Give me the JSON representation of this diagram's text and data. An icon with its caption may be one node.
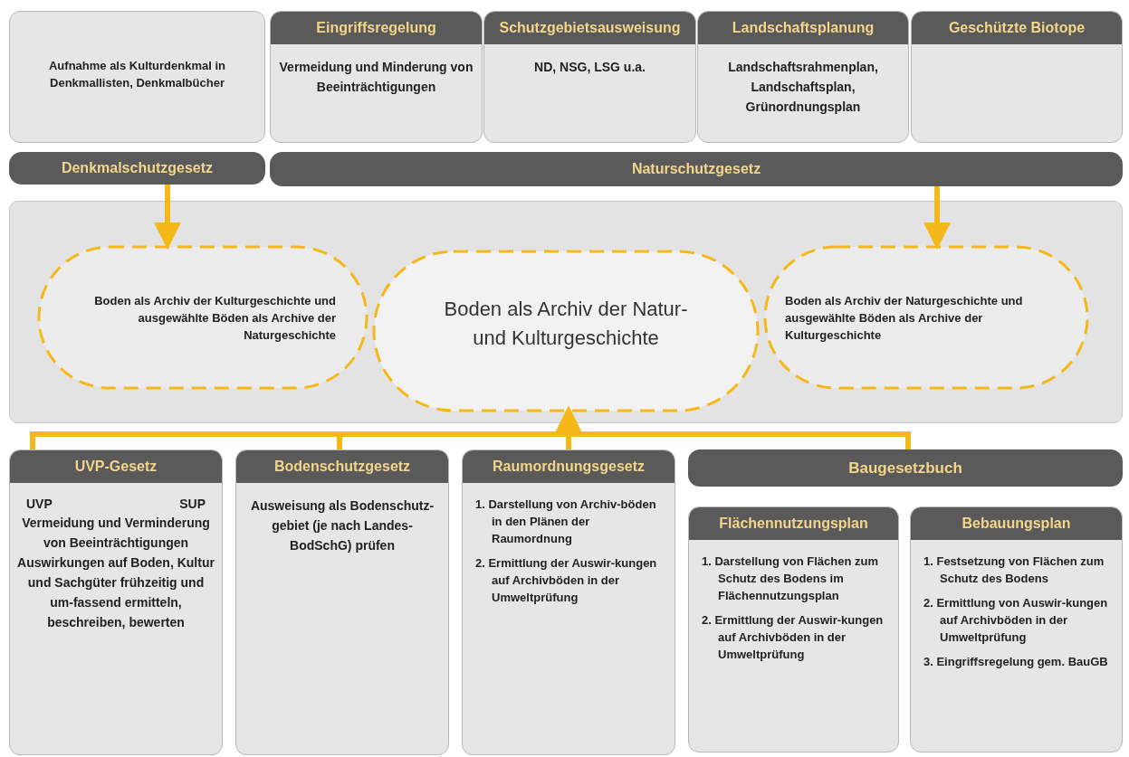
{
  "diagram": {
    "nodes": [
      {
        "text": [
          "Aufnahme als Kulturdenkmal in Denkmallisten, Denkmalbücher"
        ]
      },
      {
        "text": [
          "Denkmalschutzgesetz"
        ]
      },
      {
        "text": [
          "Eingriffsregelung",
          "Vermeidung und Minderung von Beeinträchtigungen"
        ]
      },
      {
        "text": [
          "Schutzgebietsausweisung",
          "ND, NSG, LSG u.a."
        ]
      },
      {
        "text": [
          "Landschaftsplanung",
          "Landschaftsrahmenplan, Landschaftsplan, Grünordnungsplan"
        ]
      },
      {
        "text": [
          "Geschützte Biotope"
        ]
      },
      {
        "text": [
          "Naturschutzgesetz"
        ]
      },
      {
        "text": [],
        "shape": "box"
      },
      {
        "text": [
          "Boden als Archiv der Kulturgeschichte und ausgewählte Böden als Archive der Naturgeschichte"
        ],
        "in": 7
      },
      {
        "text": [
          "Boden als Archiv der Natur- und Kulturgeschichte"
        ],
        "in": 7
      },
      {
        "text": [
          "Boden als Archiv der Naturgeschichte und ausgewählte Böden als Archive der Kulturgeschichte"
        ],
        "in": 7
      },
      {
        "text": [
          "UVP-Gesetz",
          "UVP",
          "SUP",
          "Vermeidung und Verminderung von Beeinträchtigungen Auswirkungen auf Boden, Kultur und Sachgüter frühzeitig und um-fassend ermitteln, beschreiben, bewerten"
        ]
      },
      {
        "text": [
          "Bodenschutzgesetz",
          "Ausweisung als Bodenschutz-gebiet (je nach Landes-BodSchG) prüfen"
        ]
      },
      {
        "text": [
          "Raumordnungsgesetz",
          "1. Darstellung von Archiv-böden in den Plänen der Raumordnung",
          "2. Ermittlung der Auswir-kungen auf Archivböden in der Umweltprüfung"
        ]
      },
      {
        "text": [
          "Baugesetzbuch"
        ]
      },
      {
        "text": [
          "Flächennutzungsplan",
          "1. Darstellung von Flächen zum Schutz des Bodens im Flächennutzungsplan",
          "2. Ermittlung der Auswir-kungen auf Archivböden in der Umweltprüfung"
        ]
      },
      {
        "text": [
          "Bebauungsplan",
          "1. Festsetzung von Flächen zum Schutz des Bodens",
          "2. Ermittlung von Auswir-kungen auf Archivböden in der Umweltprüfung",
          "3. Eingriffsregelung gem. BauGB"
        ]
      }
    ],
    "edges": [
      {
        "from": 1,
        "to": 8,
        "arrow": "to"
      },
      {
        "from": 6,
        "to": 10,
        "arrow": "to"
      },
      {
        "from": 11,
        "to": 9,
        "arrow": "to"
      },
      {
        "from": 12,
        "to": 9,
        "arrow": "to"
      },
      {
        "from": 13,
        "to": 9,
        "arrow": "to"
      },
      {
        "from": 14,
        "to": 9,
        "arrow": "to"
      }
    ]
  }
}
